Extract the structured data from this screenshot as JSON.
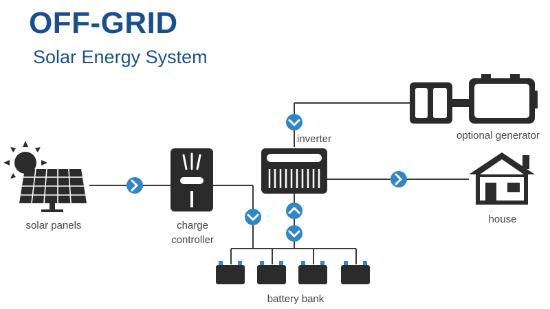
{
  "header": {
    "title": "OFF-GRID",
    "subtitle": "Solar Energy System"
  },
  "labels": {
    "solar_panels": "solar panels",
    "charge_controller_line1": "charge",
    "charge_controller_line2": "controller",
    "inverter": "inverter",
    "optional_generator": "optional generator",
    "house": "house",
    "battery_bank": "battery bank"
  },
  "colors": {
    "title": "#1a4f8f",
    "icon_fill": "#2b2b2b",
    "line": "#3a3a3a",
    "flow_badge": "#2f86c9",
    "sun": "#2b2b2b",
    "label_text": "#444444"
  },
  "icons": {
    "sun": "sun-icon",
    "solar_panel": "solar-panel-icon",
    "charge_controller": "charge-controller-icon",
    "inverter": "inverter-icon",
    "generator": "generator-icon",
    "house": "house-icon",
    "battery": "battery-icon",
    "flow_right": "chevron-right-icon",
    "flow_down": "chevron-down-icon",
    "flow_up": "chevron-up-icon"
  }
}
